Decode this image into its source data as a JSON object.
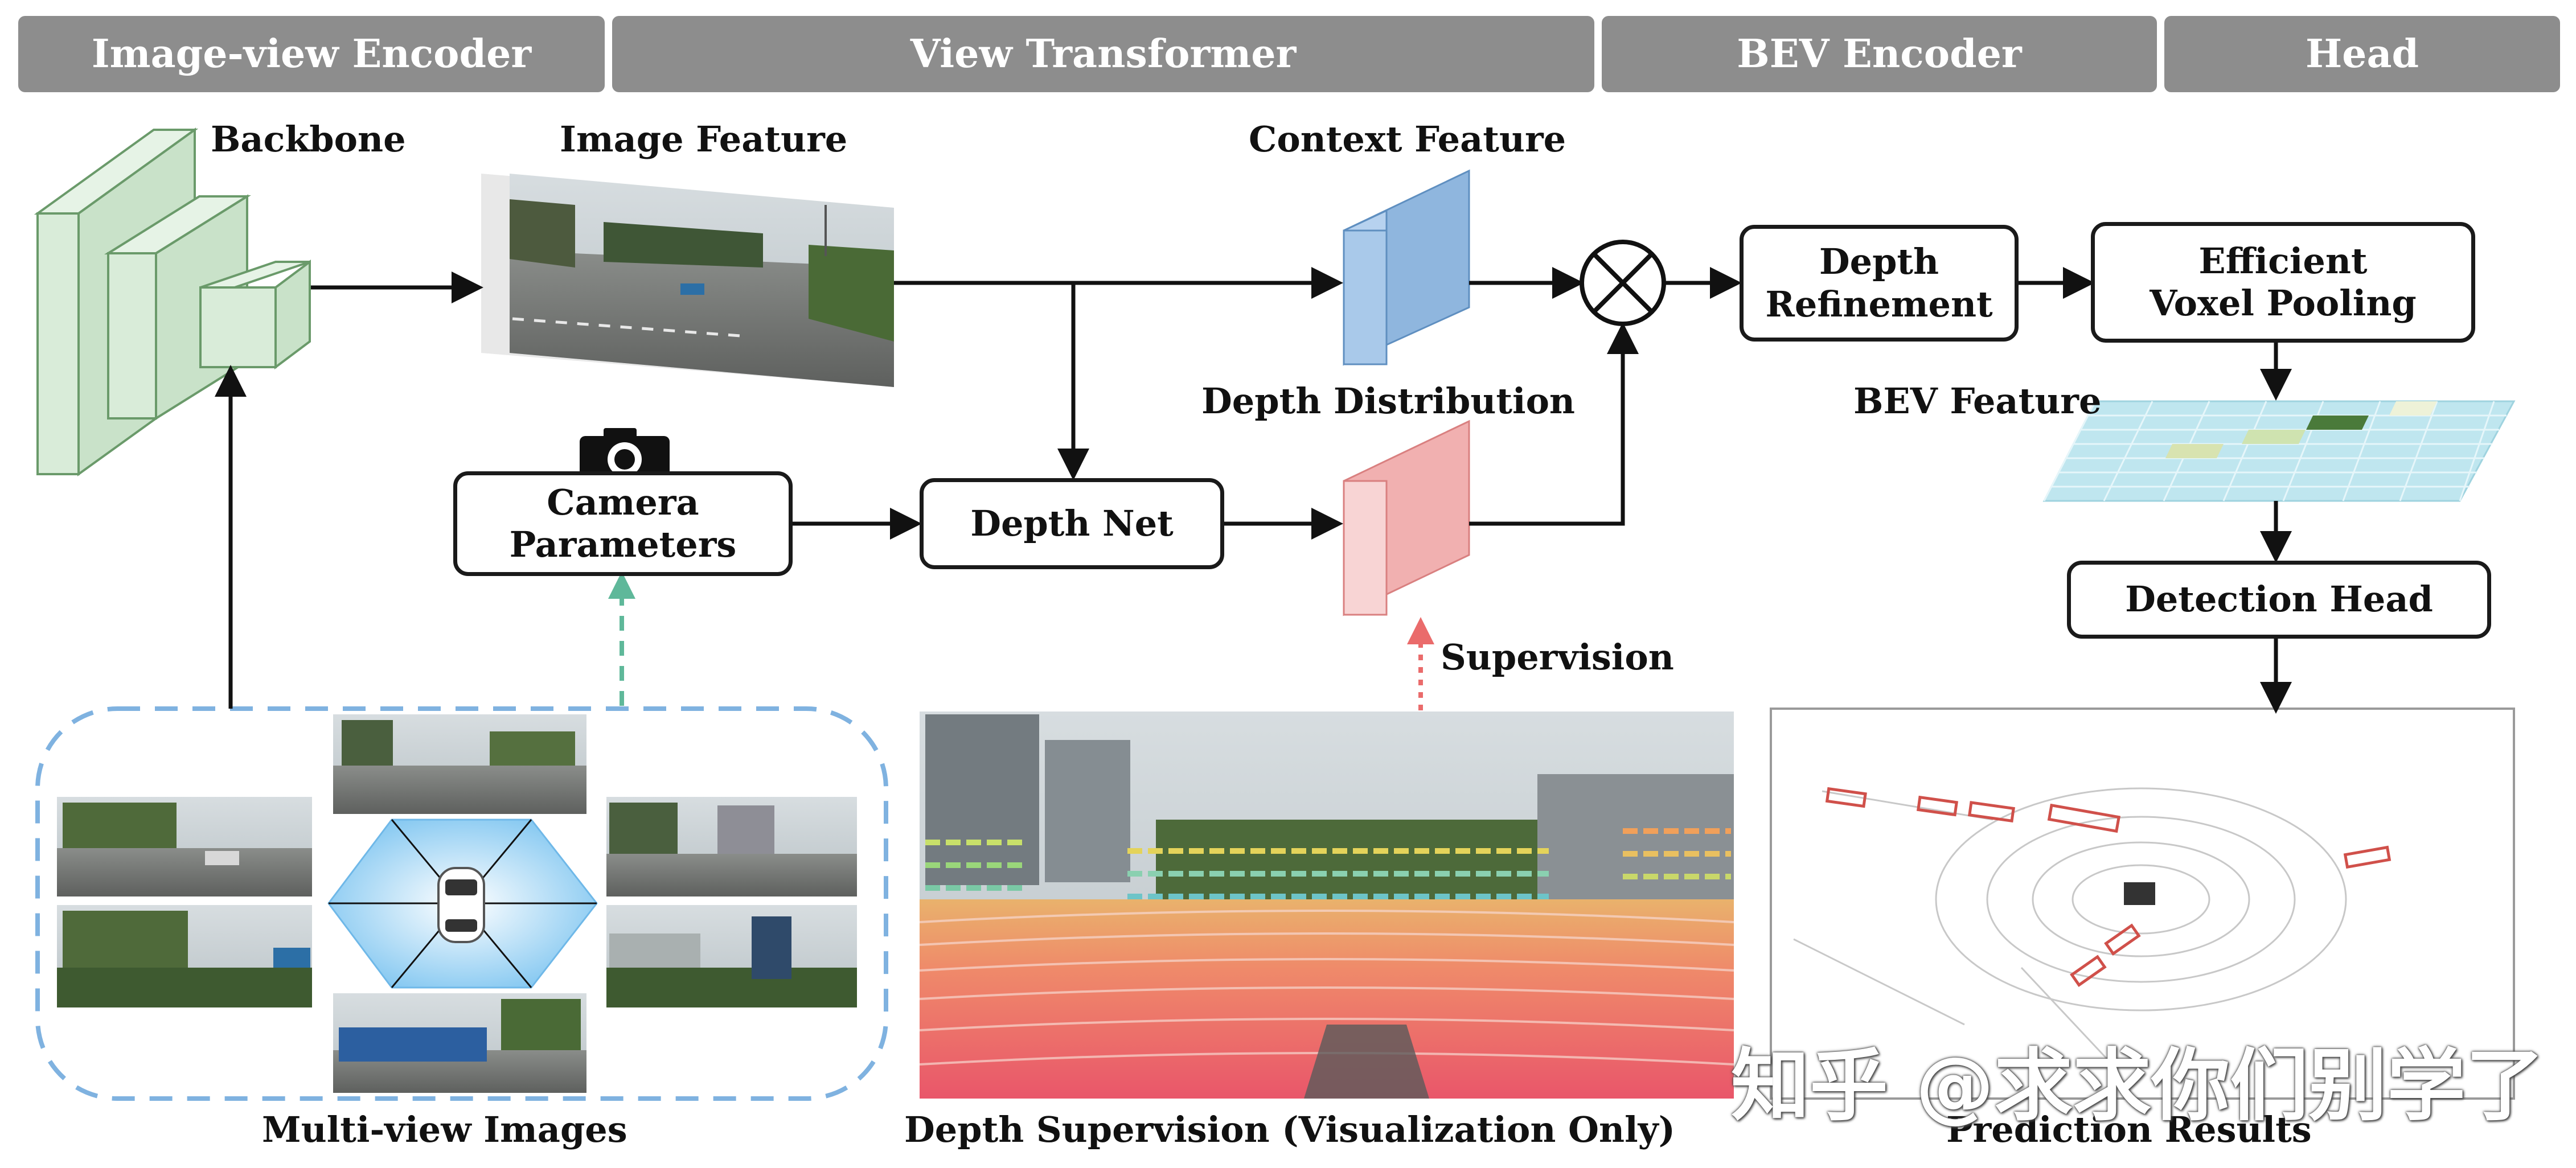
{
  "headers": {
    "image_view_encoder": "Image-view Encoder",
    "view_transformer": "View Transformer",
    "bev_encoder": "BEV Encoder",
    "head": "Head"
  },
  "labels": {
    "backbone": "Backbone",
    "image_feature": "Image Feature",
    "context_feature": "Context Feature",
    "depth_distribution": "Depth Distribution",
    "bev_feature": "BEV Feature",
    "supervision": "Supervision",
    "multi_view_images": "Multi-view Images",
    "depth_supervision": "Depth Supervision (Visualization Only)",
    "prediction_results": "Prediction Results"
  },
  "boxes": {
    "camera_parameters": [
      "Camera",
      "Parameters"
    ],
    "depth_net": "Depth Net",
    "depth_refinement": [
      "Depth",
      "Refinement"
    ],
    "efficient_voxel_pooling": [
      "Efficient",
      "Voxel Pooling"
    ],
    "detection_head": "Detection Head"
  },
  "watermark": "知乎 @求求你们别学了",
  "colors": {
    "header_bg": "#8d8d8d",
    "backbone_green": "#d9ecd9",
    "context_blue": "#a9c9ea",
    "depth_pink": "#f6c9c9",
    "bev_cyan": "#bfe6ef",
    "dashed_blue": "#7fb2e0",
    "dashed_teal": "#5fb89a",
    "dotted_red": "#ea6b6b"
  },
  "icons": [
    "camera-icon",
    "multiply-operator-icon",
    "car-icon"
  ]
}
